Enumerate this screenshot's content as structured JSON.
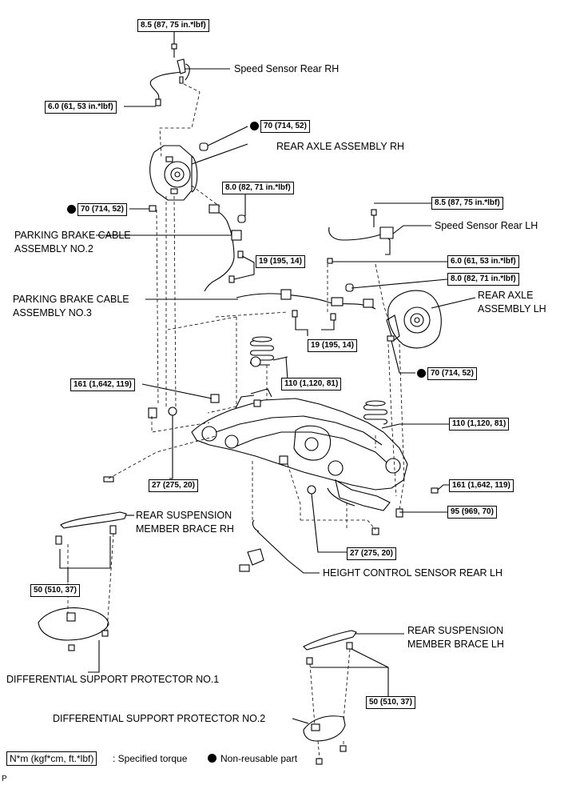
{
  "torques": {
    "t1": "8.5 (87, 75 in.*lbf)",
    "t2": "6.0 (61, 53 in.*lbf)",
    "t3": "70 (714, 52)",
    "t4": "8.0 (82, 71 in.*lbf)",
    "t5": "70 (714, 52)",
    "t6": "8.5 (87, 75 in.*lbf)",
    "t7": "19 (195, 14)",
    "t8": "6.0 (61, 53 in.*lbf)",
    "t9": "8.0 (82, 71 in.*lbf)",
    "t10": "19 (195, 14)",
    "t11": "70 (714, 52)",
    "t12": "161 (1,642, 119)",
    "t13": "110 (1,120, 81)",
    "t14": "110 (1,120, 81)",
    "t15": "27 (275, 20)",
    "t16": "161 (1,642, 119)",
    "t17": "95 (969, 70)",
    "t18": "27 (275, 20)",
    "t19": "50 (510, 37)",
    "t20": "50 (510, 37)"
  },
  "labels": {
    "speed_sensor_rh": "Speed Sensor Rear RH",
    "rear_axle_rh": "REAR AXLE ASSEMBLY RH",
    "pb_cable_2_line1": "PARKING BRAKE CABLE",
    "pb_cable_2_line2": "ASSEMBLY NO.2",
    "speed_sensor_lh": "Speed Sensor Rear LH",
    "pb_cable_3_line1": "PARKING BRAKE CABLE",
    "pb_cable_3_line2": "ASSEMBLY NO.3",
    "rear_axle_lh_line1": "REAR AXLE",
    "rear_axle_lh_line2": "ASSEMBLY LH",
    "brace_rh_line1": "REAR SUSPENSION",
    "brace_rh_line2": "MEMBER BRACE RH",
    "height_sensor": "HEIGHT CONTROL SENSOR REAR LH",
    "brace_lh_line1": "REAR SUSPENSION",
    "brace_lh_line2": "MEMBER BRACE LH",
    "diff_protector_1": "DIFFERENTIAL SUPPORT PROTECTOR NO.1",
    "diff_protector_2": "DIFFERENTIAL SUPPORT PROTECTOR NO.2"
  },
  "legend": {
    "torque_unit": "N*m (kgf*cm, ft.*lbf)",
    "torque_desc": ": Specified torque",
    "nonreusable": "Non-reusable part"
  },
  "corner_code": "P"
}
